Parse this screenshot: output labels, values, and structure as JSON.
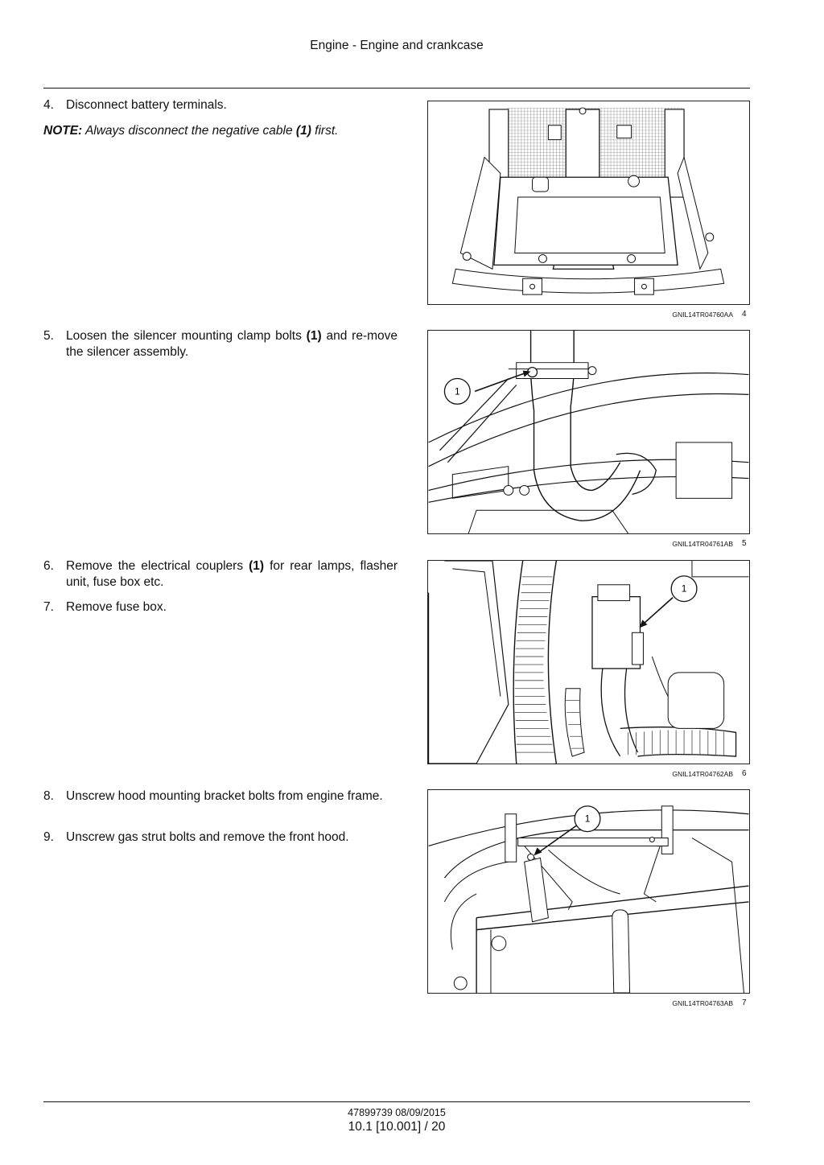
{
  "header": {
    "title": "Engine - Engine and crankcase"
  },
  "steps": [
    {
      "number": "4.",
      "text": "Disconnect battery terminals."
    },
    {
      "number": "5.",
      "text": "Loosen the silencer mounting clamp bolts (1) and re-move the silencer assembly."
    },
    {
      "number": "6.",
      "text": "Remove the electrical couplers (1) for rear lamps, flasher unit, fuse box etc."
    },
    {
      "number": "7.",
      "text": "Remove fuse box."
    },
    {
      "number": "8.",
      "text": "Unscrew hood mounting bracket bolts from engine frame."
    },
    {
      "number": "9.",
      "text": "Unscrew gas strut bolts and remove the front hood."
    }
  ],
  "note": {
    "label": "NOTE:",
    "text_before": "Always disconnect the negative cable",
    "ref": "(1)",
    "text_after": "first."
  },
  "step5_parts": {
    "before": "Loosen the silencer mounting clamp bolts",
    "ref": "(1)",
    "after": "and re-move the silencer assembly."
  },
  "step6_parts": {
    "before": "Remove the electrical couplers",
    "ref": "(1)",
    "after": "for rear lamps, flasher unit, fuse box etc."
  },
  "figures": [
    {
      "ref": "GNIL14TR04760AA",
      "number": "4",
      "callout": ""
    },
    {
      "ref": "GNIL14TR04761AB",
      "number": "5",
      "callout": "1"
    },
    {
      "ref": "GNIL14TR04762AB",
      "number": "6",
      "callout": "1"
    },
    {
      "ref": "GNIL14TR04763AB",
      "number": "7",
      "callout": "1"
    }
  ],
  "footer": {
    "doc_ref": "47899739 08/09/2015",
    "page_ref": "10.1 [10.001] / 20"
  }
}
